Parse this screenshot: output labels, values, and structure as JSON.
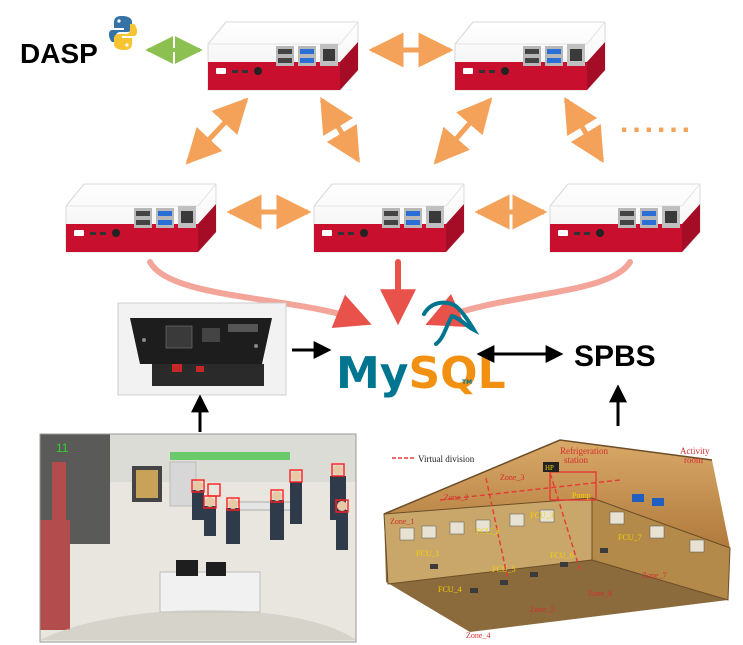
{
  "labels": {
    "dasp": "DASP",
    "mysql_prefix": "My",
    "mysql_suffix": "SQL",
    "mysql_tm": "TM",
    "spbs": "SPBS",
    "ellipsis": "......"
  },
  "camera": {
    "counter": "11"
  },
  "floorplan": {
    "legend": "Virtual division",
    "refrigeration_station": [
      "Refrigeration",
      "station"
    ],
    "activity_room": [
      "Activity",
      "room"
    ],
    "hp": "HP",
    "pump": "Pump",
    "zones": [
      "Zone_1",
      "Zone_2",
      "Zone_3",
      "Zone_4",
      "Zone_5",
      "Zone_6",
      "Zone_7"
    ],
    "fcus": [
      "FCU_1",
      "FCU_2",
      "FCU_3",
      "FCU_4",
      "FCU_5",
      "FCU_6",
      "FCU_7"
    ]
  },
  "colors": {
    "orange_arrow": "#f4a259",
    "green_arrow": "#8cc152",
    "red_arrow": "#e8524a",
    "pi_red": "#c8102e",
    "mysql_blue": "#00758f",
    "mysql_orange": "#f29111"
  }
}
